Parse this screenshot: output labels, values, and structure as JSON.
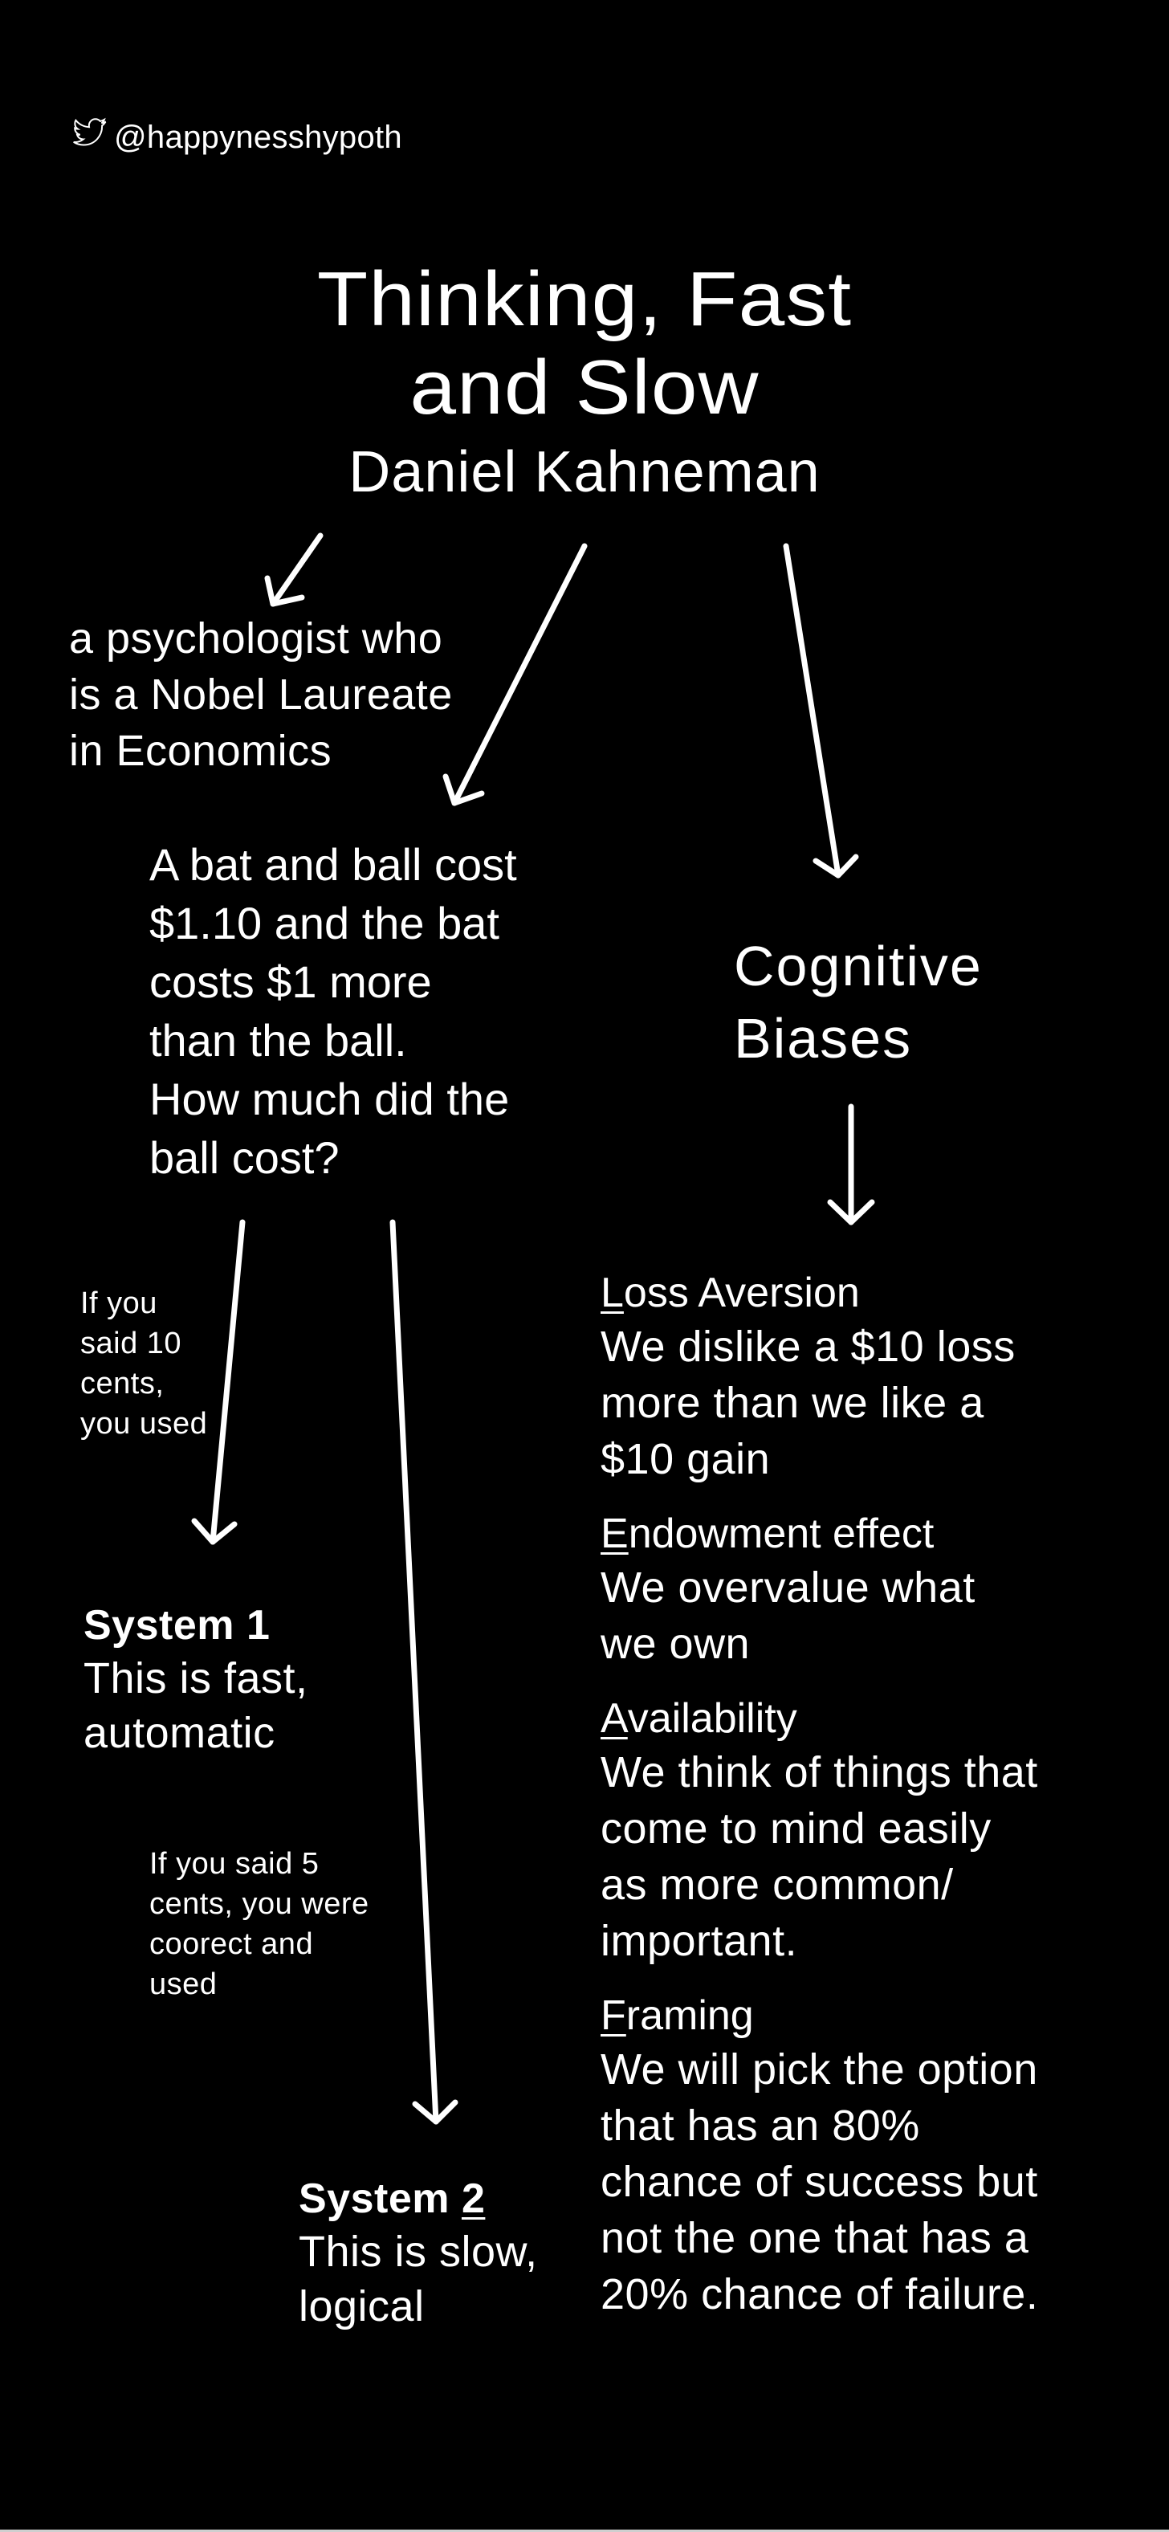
{
  "header": {
    "twitter_icon": "twitter-bird-icon",
    "handle": "@happynesshypoth"
  },
  "book": {
    "title_line1": "Thinking, Fast",
    "title_line2": "and Slow",
    "author": "Daniel Kahneman"
  },
  "author_note": {
    "lines": [
      "a psychologist who",
      "is a Nobel Laureate",
      "in Economics"
    ]
  },
  "question": {
    "lines": [
      "A bat and ball cost",
      "$1.10 and the bat",
      "costs $1 more",
      "than the ball.",
      "How much did the",
      "ball cost?"
    ]
  },
  "cognitive_biases": {
    "heading_line1": "Cognitive",
    "heading_line2": "Biases",
    "items": [
      {
        "initial": "L",
        "rest": "oss Aversion",
        "desc_lines": [
          "We dislike a $10 loss",
          "more than we like a",
          "$10 gain"
        ]
      },
      {
        "initial": "E",
        "rest": "ndowment effect",
        "desc_lines": [
          "We overvalue what",
          "we own"
        ]
      },
      {
        "initial": "A",
        "rest": "vailability",
        "desc_lines": [
          "We think of things that",
          "come to mind easily",
          "as more common/",
          "important."
        ]
      },
      {
        "initial": "F",
        "rest": "raming",
        "desc_lines": [
          "We will pick the option",
          "that has an 80%",
          "chance of success but",
          "not the one that has a",
          "20% chance of failure."
        ]
      }
    ]
  },
  "answers": {
    "wrong_note_lines": [
      "If you",
      "said 10",
      "cents,",
      "you used"
    ],
    "right_note_lines": [
      "If you said 5",
      "cents, you were",
      "coorect and",
      "used"
    ]
  },
  "systems": {
    "system1": {
      "title": "System 1",
      "desc_lines": [
        "This is fast,",
        "automatic"
      ]
    },
    "system2": {
      "title_prefix": "System ",
      "title_num": "2",
      "desc_lines": [
        "This is slow,",
        "logical"
      ]
    }
  },
  "colors": {
    "background": "#000000",
    "foreground": "#ffffff"
  }
}
